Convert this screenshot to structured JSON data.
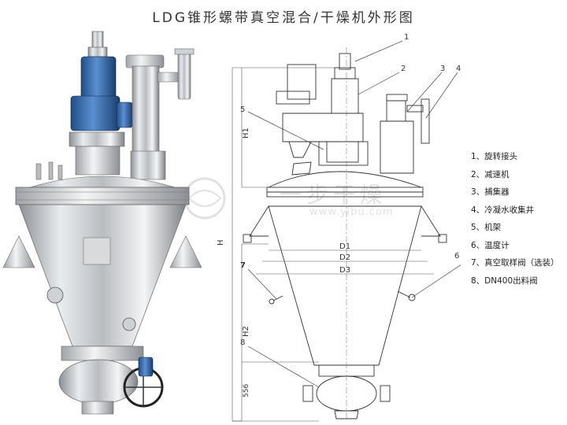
{
  "title": "LDG锥形螺带真空混合/干燥机外形图",
  "dimensions": {
    "H": "H",
    "H1": "H1",
    "H2": "H2",
    "D1": "D1",
    "D2": "D2",
    "D3": "D3",
    "bottom": "556"
  },
  "callouts": [
    "1",
    "2",
    "3",
    "4",
    "5",
    "6",
    "7",
    "8"
  ],
  "legend": [
    "1、旋转接头",
    "2、减速机",
    "3、捕集器",
    "4、冷凝水收集井",
    "5、机架",
    "6、温度计",
    "7、真空取样阀（选装）",
    "8、DN400出料阀"
  ],
  "watermark": {
    "text": "一步干燥",
    "url": "www.yibu.com"
  }
}
